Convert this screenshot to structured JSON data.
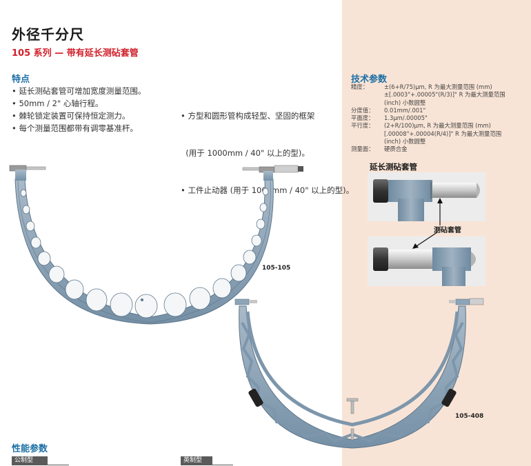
{
  "page": {
    "title": "外径千分尺",
    "subtitle": "105 系列 — 带有延长测砧套管"
  },
  "features": {
    "heading": "特点",
    "left": [
      "• 延长测砧套管可增加宽度测量范围。",
      "• 50mm / 2\" 心轴行程。",
      "• 棘轮锁定装置可保持恒定测力。",
      "• 每个测量范围都带有调零基准杆。"
    ],
    "right": [
      "• 方型和圆形管构成轻型、坚固的框架",
      "  (用于 1000mm / 40\" 以上的型)。",
      "• 工件止动器 (用于 1000mm / 40\" 以上的型)。"
    ]
  },
  "specs": {
    "heading": "技术参数",
    "rows": [
      {
        "label": "精度：",
        "value": "±(6+R/75)μm, R 为最大测量范围 (mm)"
      },
      {
        "label": "",
        "value": "±[.0003\"+.00005\"(R/3)]\" R 为最大测量范围"
      },
      {
        "label": "",
        "value": "(inch) 小数圆整"
      },
      {
        "label": "分度值：",
        "value": "0.01mm/.001\""
      },
      {
        "label": "平面度：",
        "value": "1.3μm/.00005\""
      },
      {
        "label": "平行度：",
        "value": "(2+R/100)μm, R 为最大测量范围 (mm)"
      },
      {
        "label": "",
        "value": "[.00008\"+.00004(R/4)]\" R 为最大测量范围"
      },
      {
        "label": "",
        "value": "(inch) 小数圆整"
      },
      {
        "label": "测量面：",
        "value": "硬质合金"
      }
    ]
  },
  "photos": {
    "title": "延长测砧套管",
    "callout": "测砧套管"
  },
  "models": {
    "first": "105-105",
    "second": "105-408"
  },
  "performance": {
    "heading": "性能参数",
    "tab_metric": "公制型",
    "tab_imperial": "英制型"
  },
  "colors": {
    "accent_red": "#d0202a",
    "heading_blue": "#1d6fa5",
    "panel_bg": "#f8e4d6",
    "frame_blue": "#8fa3b5"
  }
}
